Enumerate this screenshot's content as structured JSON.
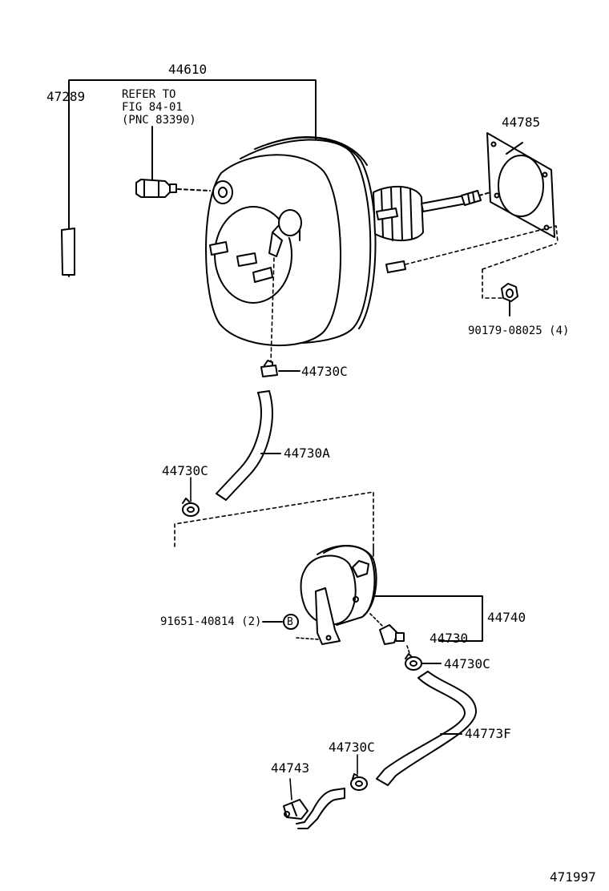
{
  "labels": {
    "p44610": "44610",
    "p47289": "47289",
    "refer_line1": "REFER TO",
    "refer_line2": "FIG 84-01",
    "refer_line3": "(PNC 83390)",
    "p44785": "44785",
    "p90179": "90179-08025 (4)",
    "p44730c_top": "44730C",
    "p44730a": "44730A",
    "p44730c_left": "44730C",
    "p91651": "91651-40814 (2)",
    "ref_b": "B",
    "p44740": "44740",
    "p44730": "44730",
    "p44730c_right": "44730C",
    "p44773f": "44773F",
    "p44730c_lower": "44730C",
    "p44743": "44743",
    "diagram_id": "471997"
  },
  "colors": {
    "ink": "#000000",
    "paper": "#ffffff"
  }
}
